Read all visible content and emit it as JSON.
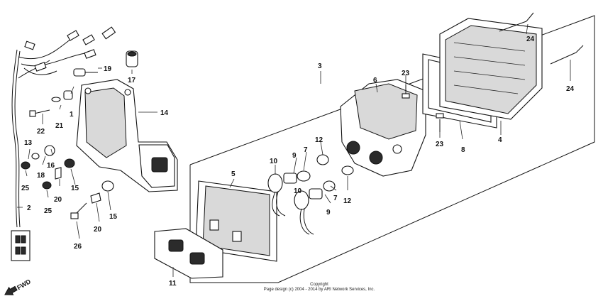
{
  "diagram": {
    "callouts": {
      "c1": "1",
      "c2": "2",
      "c3": "3",
      "c4": "4",
      "c5": "5",
      "c6": "6",
      "c7a": "7",
      "c7b": "7",
      "c8": "8",
      "c9a": "9",
      "c9b": "9",
      "c10a": "10",
      "c10b": "10",
      "c11": "11",
      "c12a": "12",
      "c12b": "12",
      "c13": "13",
      "c14": "14",
      "c15a": "15",
      "c15b": "15",
      "c16": "16",
      "c17": "17",
      "c18": "18",
      "c19": "19",
      "c20a": "20",
      "c20b": "20",
      "c21": "21",
      "c22": "22",
      "c23a": "23",
      "c23b": "23",
      "c24a": "24",
      "c24b": "24",
      "c25a": "25",
      "c25b": "25",
      "c26": "26"
    },
    "direction_label": "FWD",
    "copyright_line1": "Copyright",
    "copyright_line2": "Page design (c) 2004 - 2014 by ARI Network Services, Inc."
  }
}
